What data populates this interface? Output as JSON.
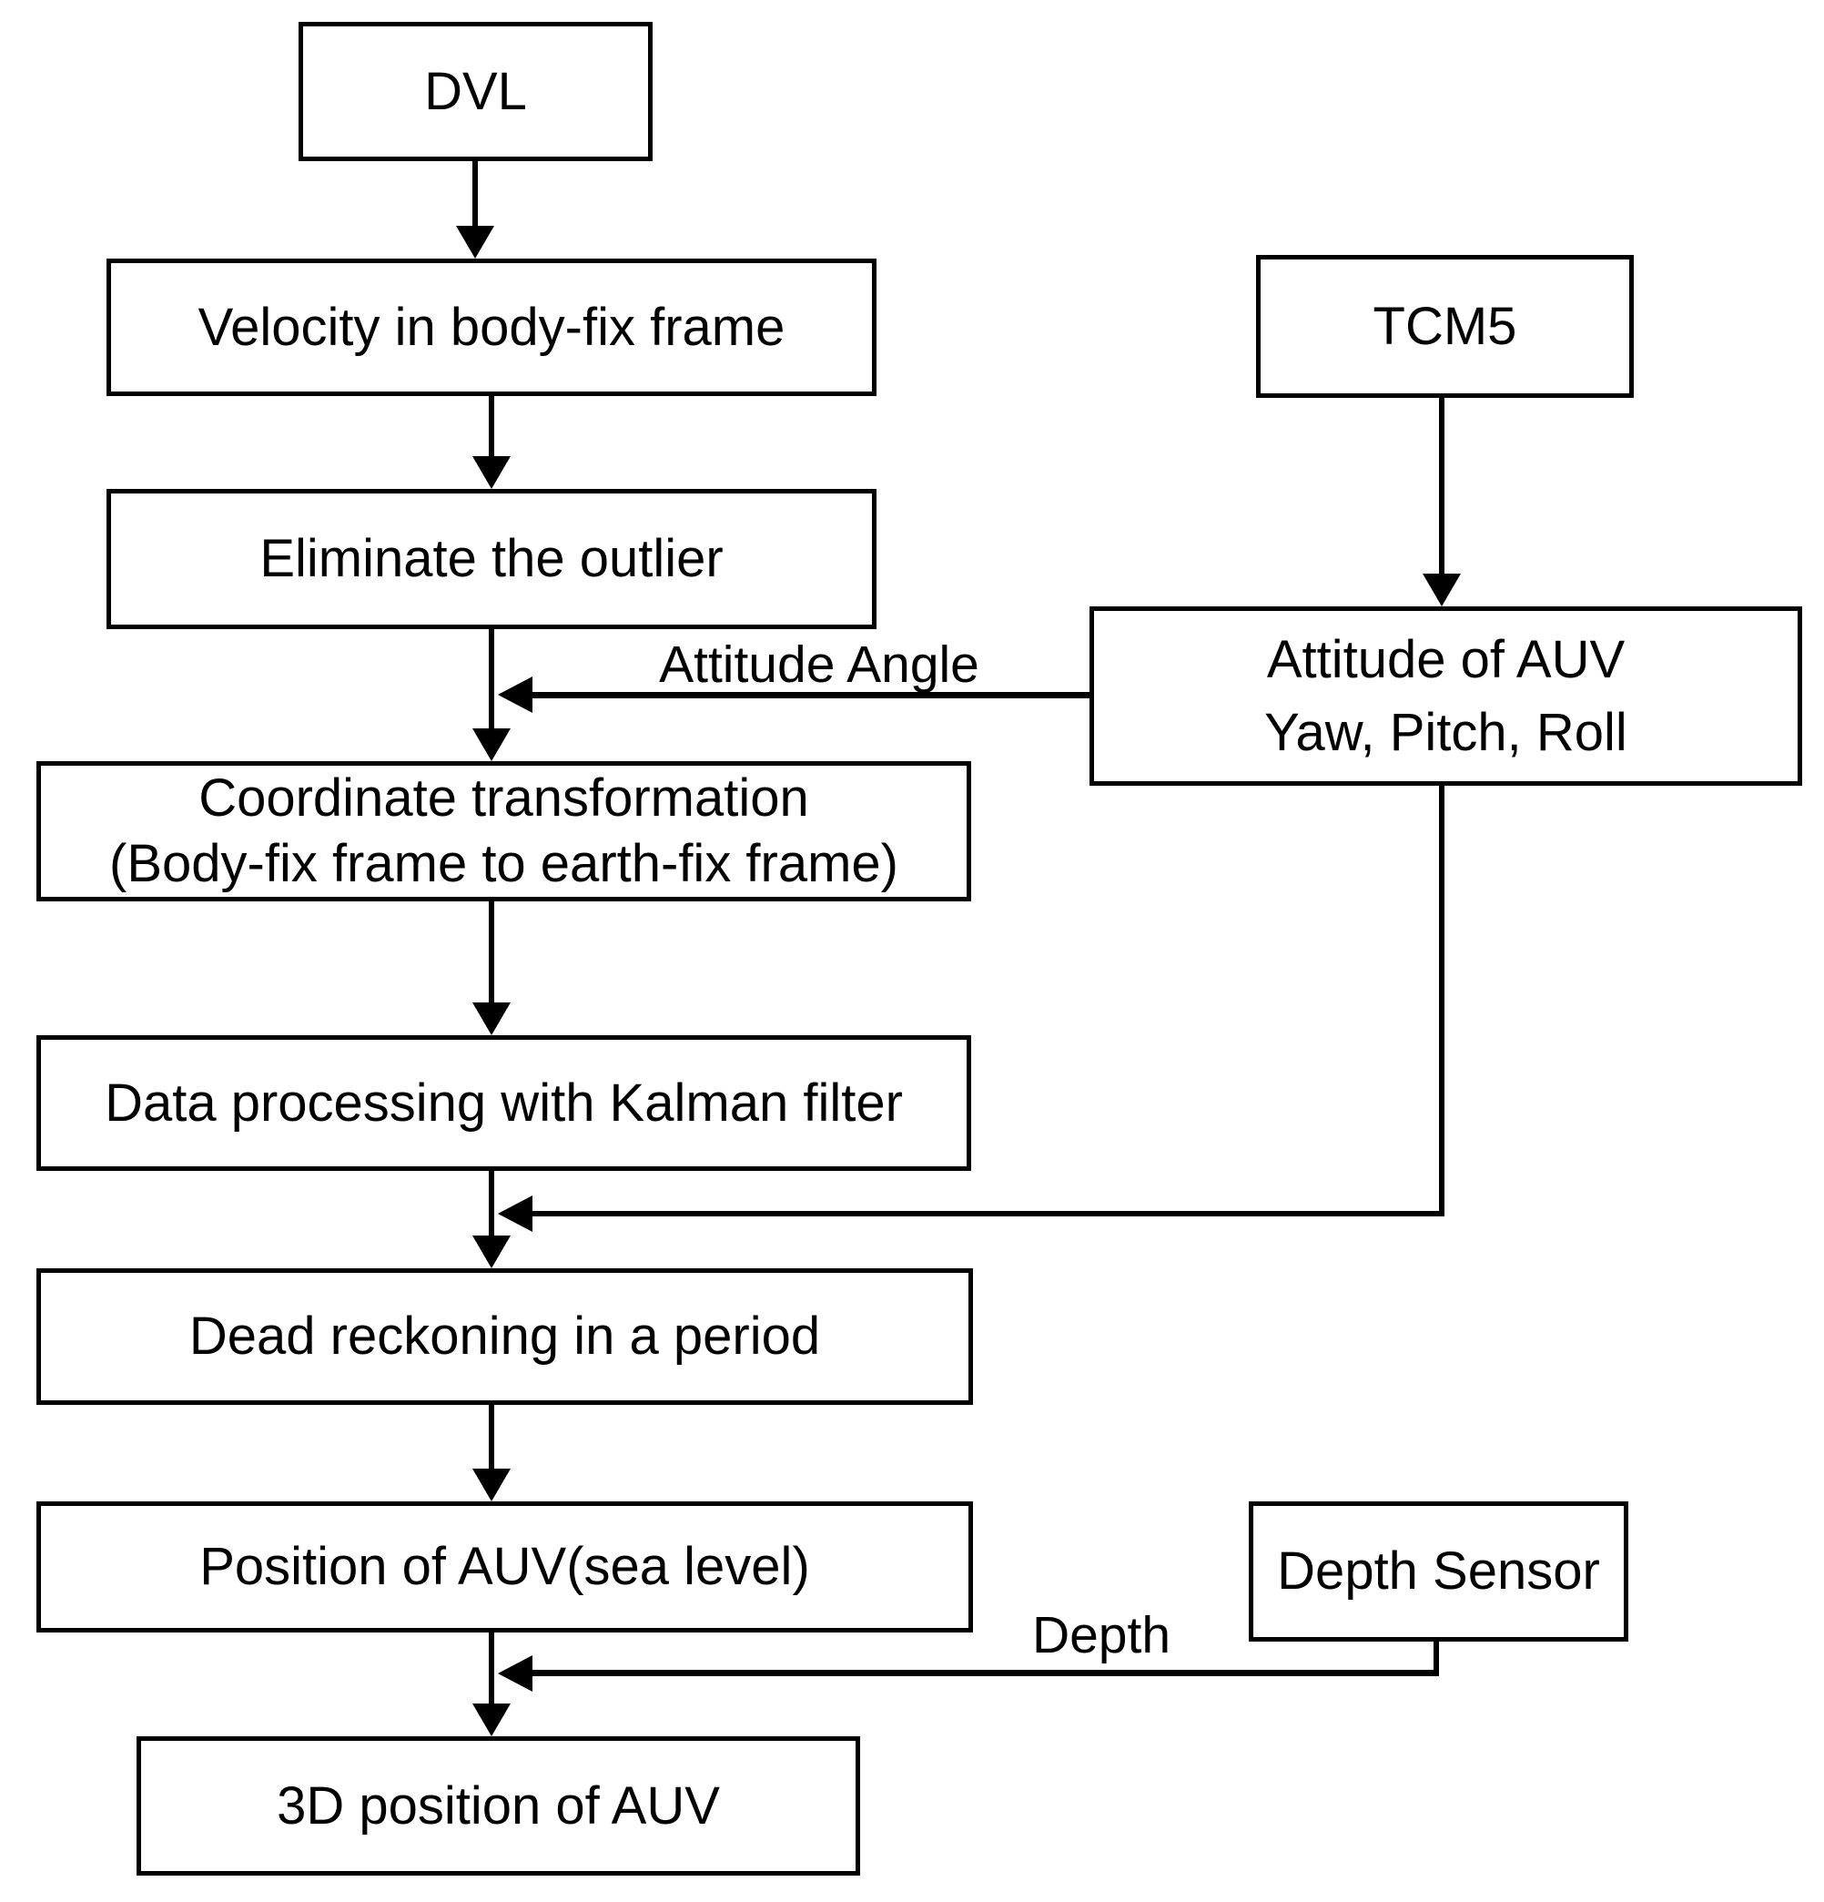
{
  "nodes": {
    "dvl": {
      "label": "DVL"
    },
    "velocity": {
      "label": "Velocity in body-fix frame"
    },
    "eliminate": {
      "label": "Eliminate the outlier"
    },
    "coordinate": {
      "line1": "Coordinate transformation",
      "line2": "(Body-fix frame to earth-fix frame)"
    },
    "kalman": {
      "label": "Data processing with Kalman filter"
    },
    "dead_reckoning": {
      "label": "Dead reckoning in a period"
    },
    "position_sea_level": {
      "label": "Position of AUV(sea level)"
    },
    "position_3d": {
      "label": "3D position of AUV"
    },
    "tcm5": {
      "label": "TCM5"
    },
    "attitude": {
      "line1": "Attitude of AUV",
      "line2": "Yaw, Pitch, Roll"
    },
    "depth_sensor": {
      "label": "Depth Sensor"
    }
  },
  "edge_labels": {
    "attitude_angle": "Attitude Angle",
    "depth": "Depth"
  },
  "colors": {
    "line": "#000000",
    "box_fill": "#ffffff",
    "text": "#000000",
    "background": "#ffffff"
  }
}
